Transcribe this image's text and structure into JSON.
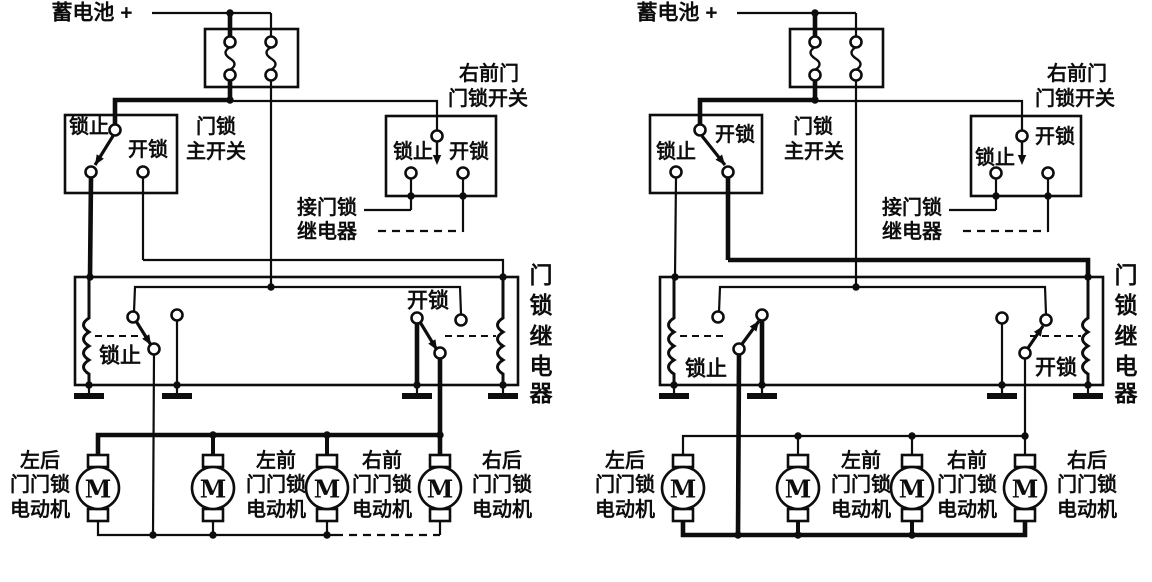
{
  "colors": {
    "ink": "#0d0d0d",
    "paper": "#ffffff"
  },
  "labels": {
    "battery": "蓄电池 +",
    "lock": "锁止",
    "unlock": "开锁",
    "main_switch": [
      "门锁",
      "主开关"
    ],
    "door_switch": [
      "右前门",
      "门锁开关"
    ],
    "to_relay": [
      "接门锁",
      "继电器"
    ],
    "relay_name_chars": [
      "门",
      "锁",
      "继",
      "电",
      "器"
    ],
    "motor_letter": "M",
    "motor_rows": [
      "门门锁",
      "电动机"
    ],
    "motor_positions": [
      "左后",
      "左前",
      "右前",
      "右后"
    ]
  },
  "diagrams": [
    {
      "id": "lock-state"
    },
    {
      "id": "unlock-state"
    }
  ]
}
